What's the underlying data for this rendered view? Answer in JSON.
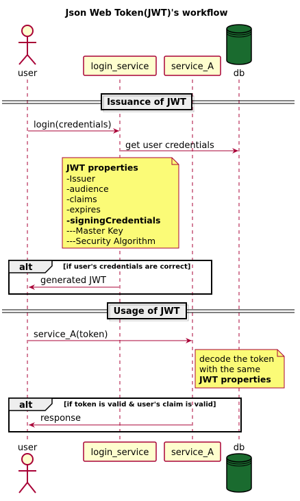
{
  "title": "Json Web Token(JWT)'s workflow",
  "participants": {
    "user": "user",
    "login_service": "login_service",
    "service_a": "service_A",
    "db": "db"
  },
  "dividers": {
    "issuance": "Issuance of JWT",
    "usage": "Usage of JWT"
  },
  "messages": {
    "login": "login(credentials)",
    "get_user_credentials": "get user credentials",
    "generated_jwt": "generated JWT",
    "service_a_call": "service_A(token)",
    "response": "response"
  },
  "notes": {
    "jwt_properties": {
      "lines": [
        {
          "text": "JWT properties",
          "bold": true
        },
        {
          "text": "-Issuer",
          "bold": false
        },
        {
          "text": "-audience",
          "bold": false
        },
        {
          "text": "-claims",
          "bold": false
        },
        {
          "text": "-expires",
          "bold": false
        },
        {
          "text": "-signingCredentials",
          "bold": true
        },
        {
          "text": "---Master Key",
          "bold": false
        },
        {
          "text": "---Security Algorithm",
          "bold": false
        }
      ]
    },
    "decode": {
      "lines": [
        {
          "text": "decode the token",
          "bold": false
        },
        {
          "text": "with the same",
          "bold": false
        },
        {
          "text": "JWT properties",
          "bold": true
        }
      ]
    }
  },
  "alts": {
    "first": {
      "keyword": "alt",
      "condition": "[if user's credentials are correct]"
    },
    "second": {
      "keyword": "alt",
      "condition": "[if token is valid & user's claim is valid]"
    }
  },
  "colors": {
    "participant_fill": "#FEFECE",
    "participant_border": "#A80036",
    "arrow": "#A80036",
    "note_fill": "#FBFB77",
    "database_fill": "#1A6B2F",
    "divider_fill": "#EEEEEE"
  }
}
